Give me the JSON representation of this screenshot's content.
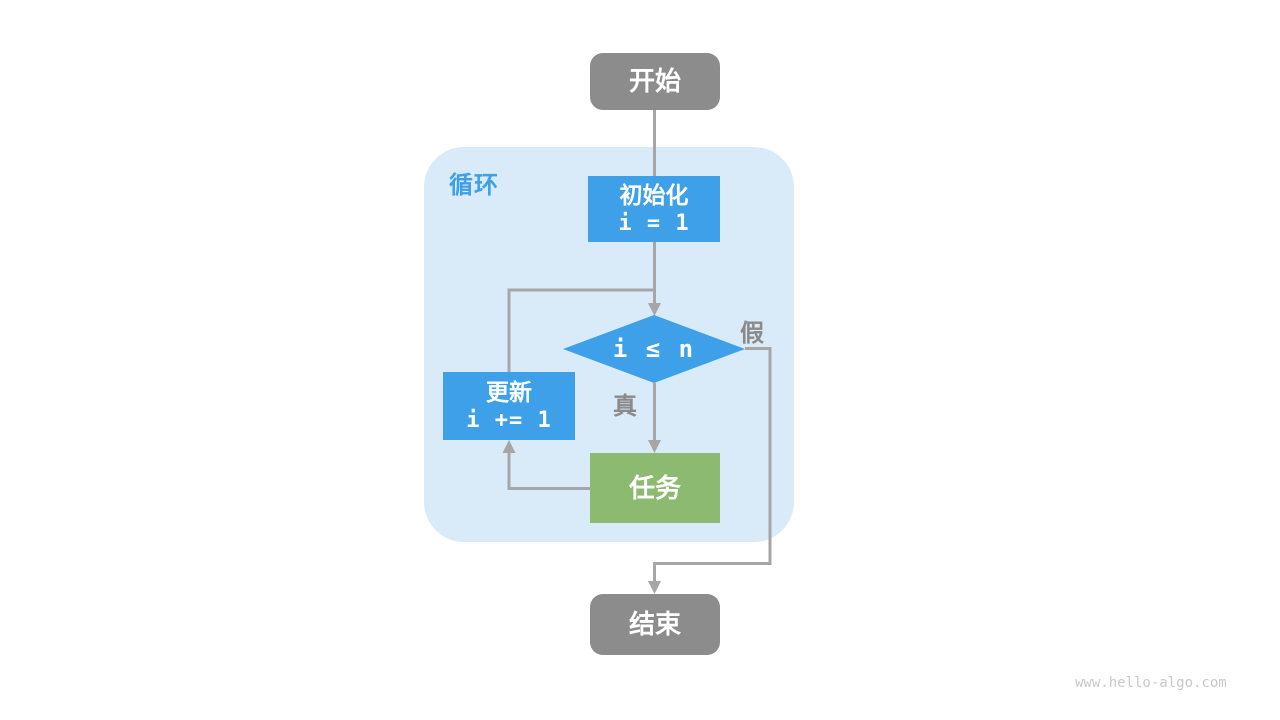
{
  "diagram": {
    "loop_label": "循环",
    "nodes": {
      "start": {
        "label": "开始"
      },
      "init": {
        "title": "初始化",
        "code": "i = 1"
      },
      "condition": {
        "label": "i ≤ n"
      },
      "update": {
        "title": "更新",
        "code": "i += 1"
      },
      "task": {
        "label": "任务"
      },
      "end": {
        "label": "结束"
      }
    },
    "edge_labels": {
      "true_branch": "真",
      "false_branch": "假"
    },
    "watermark": "www.hello-algo.com"
  },
  "colors": {
    "node_blue": "#3EA0E8",
    "node_green": "#8CBA70",
    "node_gray": "#8C8C8C",
    "loop_bg": "#D9EAF9",
    "loop_label": "#3EA0E8",
    "edge": "#A6A6A6",
    "edge_label": "#8A8A8A",
    "watermark": "#C9C9C9"
  }
}
